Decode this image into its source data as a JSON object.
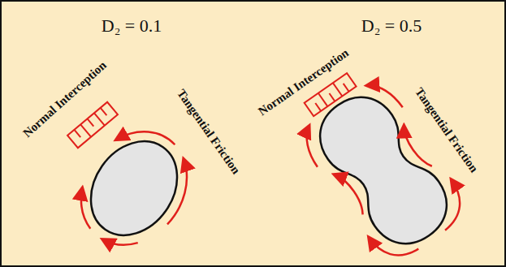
{
  "diagram": {
    "labels": [
      "D₂ = 0.1",
      "Normal Interception",
      "Tangential Friction",
      "D₂ = 0.5",
      "Normal Interception",
      "Tangential Friction"
    ]
  }
}
